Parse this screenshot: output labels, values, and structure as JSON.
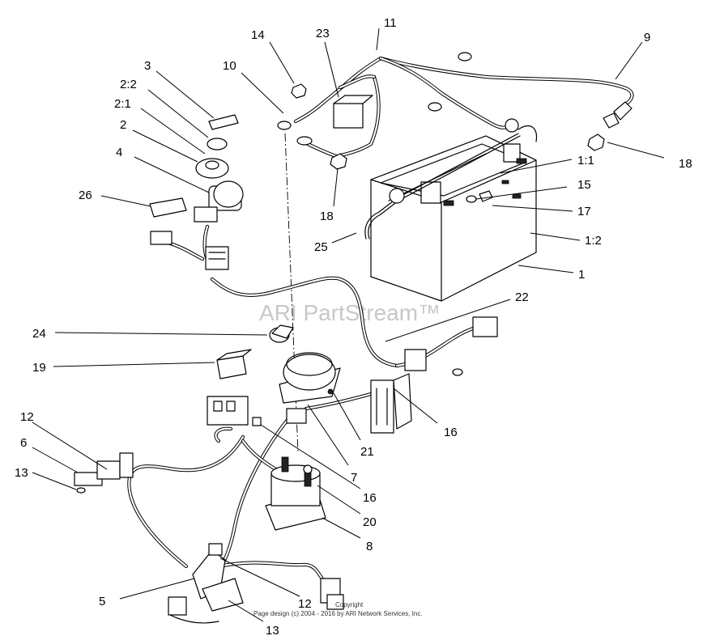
{
  "watermark": "ARI PartStream™",
  "copyright": {
    "line1": "Copyright",
    "line2": "Page design (c) 2004 - 2016 by ARI Network Services, Inc."
  },
  "callouts": {
    "c1": "1",
    "c1_1": "1:1",
    "c1_2": "1:2",
    "c2": "2",
    "c2_1": "2:1",
    "c2_2": "2:2",
    "c3": "3",
    "c4": "4",
    "c5": "5",
    "c6": "6",
    "c7": "7",
    "c8": "8",
    "c9": "9",
    "c10": "10",
    "c11": "11",
    "c12a": "12",
    "c12b": "12",
    "c13a": "13",
    "c13b": "13",
    "c14": "14",
    "c15": "15",
    "c16a": "16",
    "c16b": "16",
    "c17": "17",
    "c18a": "18",
    "c18b": "18",
    "c19": "19",
    "c20": "20",
    "c21": "21",
    "c22": "22",
    "c23": "23",
    "c24": "24",
    "c25": "25",
    "c26": "26"
  }
}
